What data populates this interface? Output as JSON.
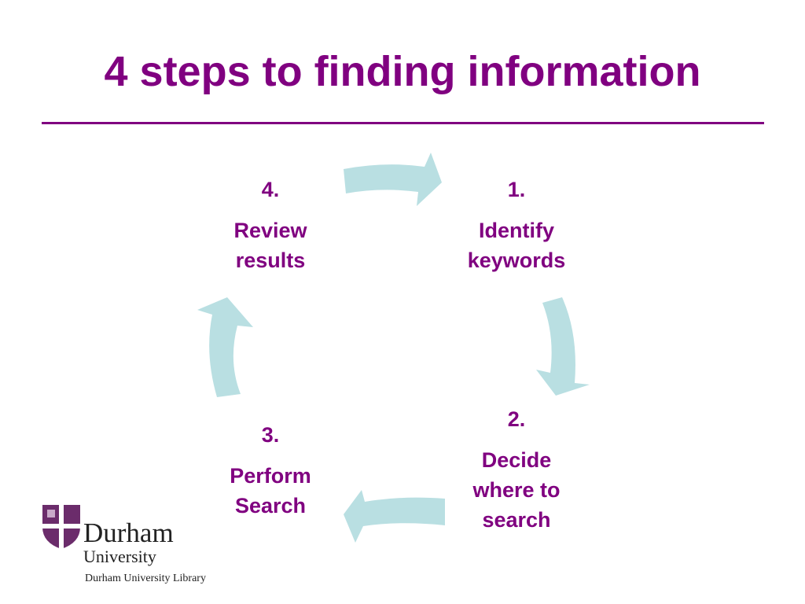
{
  "title": "4 steps to finding information",
  "colors": {
    "title": "#800080",
    "text": "#800080",
    "arrow": "#b9dfe2",
    "logo_shield": "#6b2c6b"
  },
  "steps": [
    {
      "number": "1.",
      "label": "Identify\nkeywords"
    },
    {
      "number": "2.",
      "label": "Decide\nwhere to\nsearch"
    },
    {
      "number": "3.",
      "label": "Perform\nSearch"
    },
    {
      "number": "4.",
      "label": "Review\nresults"
    }
  ],
  "logo": {
    "name": "Durham",
    "subname": "University",
    "library": "Durham University Library",
    "icon": "durham-shield-icon"
  }
}
